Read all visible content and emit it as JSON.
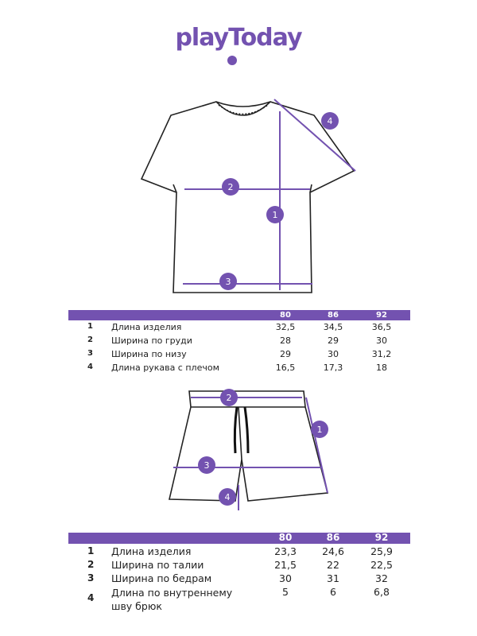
{
  "logo": "playToday",
  "accent": "#7352b0",
  "markers": [
    "1",
    "2",
    "3",
    "4"
  ],
  "tshirt_table": {
    "sizes": [
      "80",
      "86",
      "92"
    ],
    "rows": [
      {
        "n": "1",
        "label": "Длина изделия",
        "values": [
          "32,5",
          "34,5",
          "36,5"
        ]
      },
      {
        "n": "2",
        "label": "Ширина по груди",
        "values": [
          "28",
          "29",
          "30"
        ]
      },
      {
        "n": "3",
        "label": "Ширина по низу",
        "values": [
          "29",
          "30",
          "31,2"
        ]
      },
      {
        "n": "4",
        "label": "Длина рукава с плечом",
        "values": [
          "16,5",
          "17,3",
          "18"
        ]
      }
    ]
  },
  "shorts_table": {
    "sizes": [
      "80",
      "86",
      "92"
    ],
    "rows": [
      {
        "n": "1",
        "label": "Длина изделия",
        "values": [
          "23,3",
          "24,6",
          "25,9"
        ]
      },
      {
        "n": "2",
        "label": "Ширина по талии",
        "values": [
          "21,5",
          "22",
          "22,5"
        ]
      },
      {
        "n": "3",
        "label": "Ширина по бедрам",
        "values": [
          "30",
          "31",
          "32"
        ]
      },
      {
        "n": "4",
        "label": "Длина по внутреннему шву брюк",
        "values": [
          "5",
          "6",
          "6,8"
        ]
      }
    ]
  }
}
